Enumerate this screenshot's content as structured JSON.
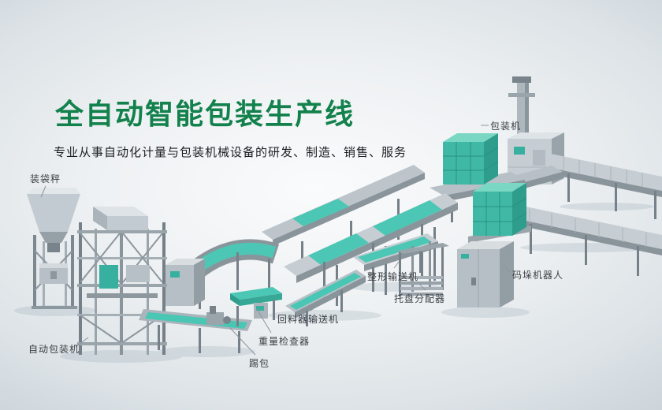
{
  "hero": {
    "title": "全自动智能包装生产线",
    "subtitle": "专业从事自动化计量与包装机械设备的研发、制造、销售、服务"
  },
  "machine_labels": {
    "bagging_scale": "装袋秤",
    "packaging_machine": "包装机",
    "auto_packaging_machine": "自动包装机",
    "kick_bag": "踢包",
    "weight_checker": "重量检查器",
    "return_feeder_conveyor": "回料器输送机",
    "shaping_conveyor": "整形输送机",
    "pallet_distributor": "托盘分配器",
    "palletizing_robot": "码垛机器人"
  },
  "colors": {
    "title_green": "#12814c",
    "accent_teal": "#47c6b4",
    "machine_gray": "#b6bfc5",
    "label_text": "#3a3f44"
  }
}
